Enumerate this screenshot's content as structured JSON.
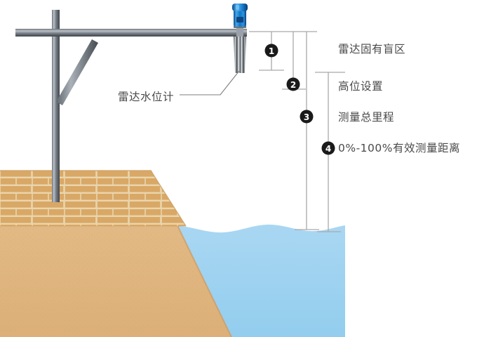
{
  "diagram": {
    "title_labels": {
      "device": "雷达水位计",
      "blind_zone": "雷达固有盲区",
      "high_setting": "高位设置",
      "total_range": "测量总里程",
      "effective_range": "0%-100%有效测量距离"
    },
    "markers": [
      {
        "id": "1",
        "glyph": "1",
        "label": "雷达固有盲区"
      },
      {
        "id": "2",
        "glyph": "2",
        "label": "高位设置"
      },
      {
        "id": "3",
        "glyph": "3",
        "label": "测量总里程"
      },
      {
        "id": "4",
        "glyph": "4",
        "label": "0%-100%有效测量距离"
      }
    ],
    "colors": {
      "water": "#a4d4f0",
      "water_deep": "#8cc8ea",
      "sand": "#e2b883",
      "brick": "#d9a866",
      "brick_mortar": "#ead5ac",
      "steel_dark": "#4a4f55",
      "steel_light": "#8f969d",
      "radar_blue": "#1b7fd4",
      "radar_blue_dark": "#0d5fa8",
      "dim_line": "#a9a9a9",
      "text": "#4a4a4a",
      "badge": "#1a1a1a"
    }
  }
}
